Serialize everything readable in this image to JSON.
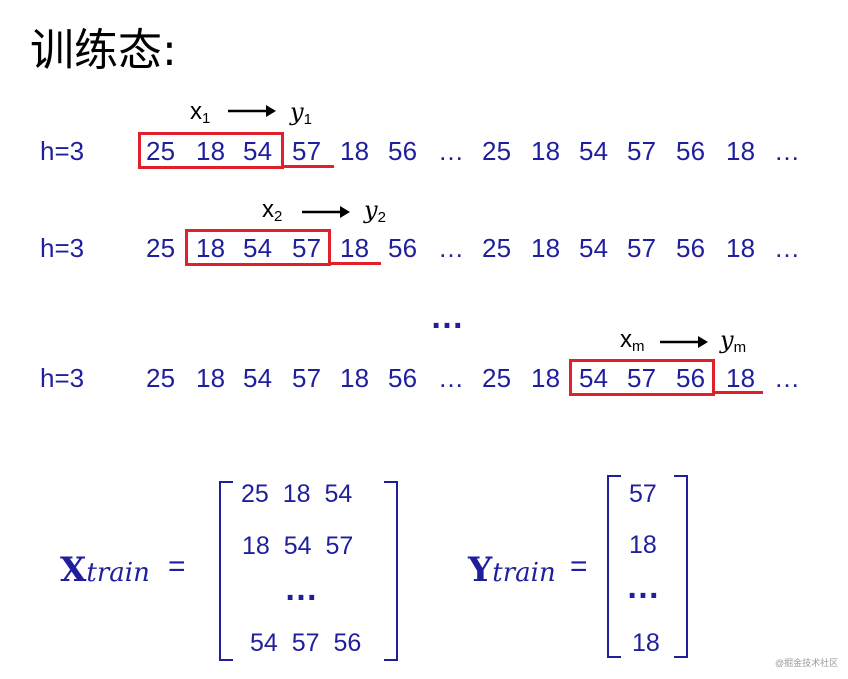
{
  "title": "训练态:",
  "h_label": "h=3",
  "sequence": [
    "25",
    "18",
    "54",
    "57",
    "18",
    "56",
    "…",
    "25",
    "18",
    "54",
    "57",
    "56",
    "18",
    "…"
  ],
  "annotations": [
    {
      "x": "x",
      "x_sub": "1",
      "y": "y",
      "y_sub": "1"
    },
    {
      "x": "x",
      "x_sub": "2",
      "y": "y",
      "y_sub": "2"
    },
    {
      "x": "x",
      "x_sub": "m",
      "y": "y",
      "y_sub": "m"
    }
  ],
  "middle_dots": "…",
  "x_train": {
    "name_bold": "X",
    "name_sub": "train",
    "equals": "=",
    "rows": [
      [
        "25",
        "18",
        "54"
      ],
      [
        "18",
        "54",
        "57"
      ],
      [
        "…"
      ],
      [
        "54",
        "57",
        "56"
      ]
    ]
  },
  "y_train": {
    "name_bold": "Y",
    "name_sub": "train",
    "equals": "=",
    "rows": [
      "57",
      "18",
      "…",
      "18"
    ]
  },
  "watermark": "@掘金技术社区",
  "colors": {
    "text_blue": "#1f1f9e",
    "highlight_red": "#e0202a"
  }
}
